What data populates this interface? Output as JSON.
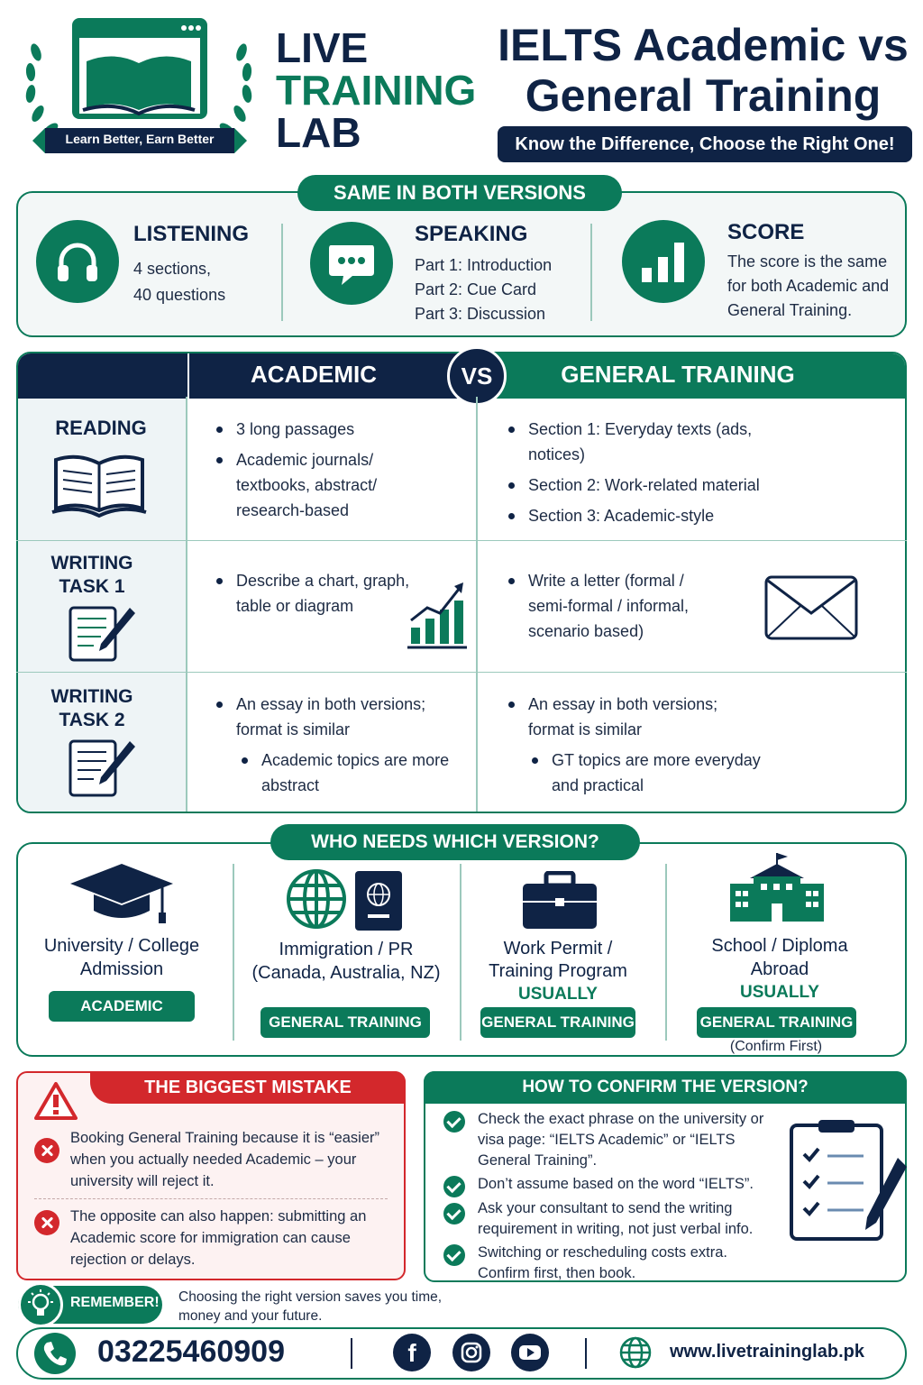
{
  "brand": {
    "name_line1": "LIVE",
    "name_line2": "TRAINING",
    "name_line3": "LAB",
    "tagline": "Learn Better, Earn Better"
  },
  "header": {
    "title_line1": "IELTS Academic vs",
    "title_line2": "General Training",
    "subtitle": "Know the Difference, Choose the Right One!"
  },
  "same": {
    "heading": "SAME IN BOTH VERSIONS",
    "listening": {
      "title": "LISTENING",
      "lines": [
        "4 sections,",
        "40 questions"
      ]
    },
    "speaking": {
      "title": "SPEAKING",
      "lines": [
        "Part 1: Introduction",
        "Part 2: Cue Card",
        "Part 3: Discussion"
      ]
    },
    "score": {
      "title": "SCORE",
      "lines": [
        "The score is the same",
        "for both Academic and",
        "General Training."
      ]
    }
  },
  "compare": {
    "academic_header": "ACADEMIC",
    "vs": "VS",
    "general_header": "GENERAL TRAINING",
    "rows": [
      {
        "label_lines": [
          "READING"
        ],
        "academic": [
          "3 long passages",
          "Academic journals/ textbooks, abstract/ research-based"
        ],
        "general": [
          "Section 1: Everyday texts (ads, notices)",
          "Section 2: Work-related material",
          "Section 3: Academic-style"
        ]
      },
      {
        "label_lines": [
          "WRITING",
          "TASK 1"
        ],
        "academic": [
          "Describe a chart, graph, table or diagram"
        ],
        "general": [
          "Write a letter (formal / semi-formal / informal, scenario based)"
        ]
      },
      {
        "label_lines": [
          "WRITING",
          "TASK 2"
        ],
        "academic": [
          "An essay in both versions; format is similar"
        ],
        "academic_sub": [
          "Academic topics are more abstract"
        ],
        "general": [
          "An essay in both versions; format is similar"
        ],
        "general_sub": [
          "GT topics are more everyday and practical"
        ]
      }
    ]
  },
  "who": {
    "heading": "WHO NEEDS WHICH VERSION?",
    "items": [
      {
        "lines": [
          "University / College",
          "Admission"
        ],
        "usually": "",
        "tag": "ACADEMIC",
        "note": ""
      },
      {
        "lines": [
          "Immigration / PR",
          "(Canada, Australia, NZ)"
        ],
        "usually": "",
        "tag": "GENERAL TRAINING",
        "note": ""
      },
      {
        "lines": [
          "Work Permit /",
          "Training Program"
        ],
        "usually": "USUALLY",
        "tag": "GENERAL TRAINING",
        "note": ""
      },
      {
        "lines": [
          "School / Diploma",
          "Abroad"
        ],
        "usually": "USUALLY",
        "tag": "GENERAL TRAINING",
        "note": "(Confirm First)"
      }
    ]
  },
  "mistake": {
    "heading": "THE BIGGEST MISTAKE",
    "items": [
      "Booking General Training because it is “easier” when you actually needed Academic – your university will reject it.",
      "The opposite can also happen: submitting an Academic score for immigration can cause rejection or delays."
    ]
  },
  "confirm": {
    "heading": "HOW TO CONFIRM THE VERSION?",
    "items": [
      "Check the exact phrase on the university or visa page: “IELTS Academic” or “IELTS General Training”.",
      "Don’t assume based on the word “IELTS”.",
      "Ask your consultant to send the writing requirement in writing, not just verbal info.",
      "Switching or rescheduling costs extra. Confirm first, then book."
    ]
  },
  "remember": {
    "label": "REMEMBER!",
    "lines": [
      "Choosing the right version saves you time,",
      "money and your future."
    ]
  },
  "footer": {
    "phone": "03225460909",
    "website": "www.livetraininglab.pk"
  },
  "colors": {
    "navy": "#0f2345",
    "green": "#0b7a5a",
    "red": "#d3282c"
  }
}
